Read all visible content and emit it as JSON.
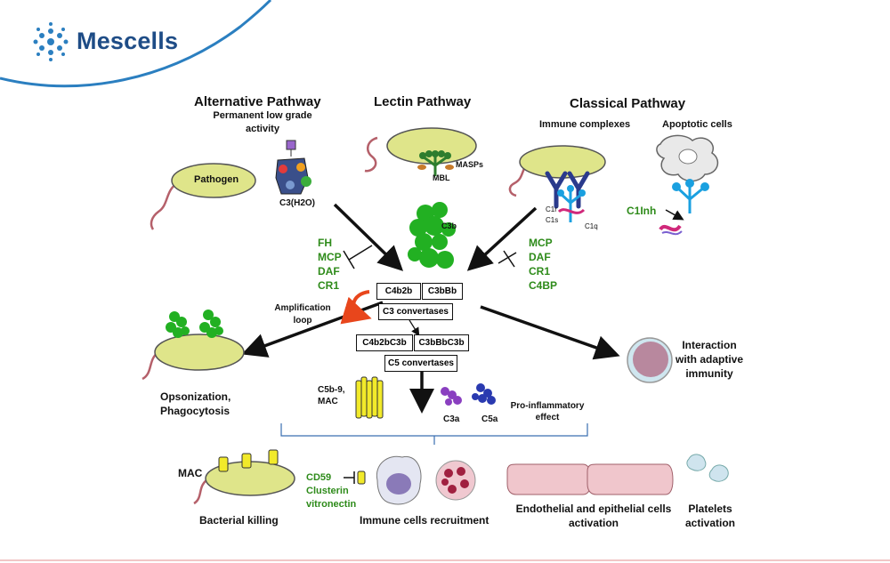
{
  "brand": {
    "name": "Mescells"
  },
  "pathways": {
    "alternative": {
      "title": "Alternative Pathway",
      "subtitle_line1": "Permanent low grade",
      "subtitle_line2": "activity",
      "pathogen": "Pathogen",
      "c3": "C3(H2O)"
    },
    "lectin": {
      "title": "Lectin Pathway",
      "masps": "MASPs",
      "mbl": "MBL"
    },
    "classical": {
      "title": "Classical Pathway",
      "immune_complexes": "Immune complexes",
      "apoptotic_cells": "Apoptotic cells",
      "c1r": "C1r",
      "c1s": "C1s",
      "c1q": "C1q",
      "c1inh": "C1Inh"
    }
  },
  "center": {
    "c3b": "C3b",
    "c4b2b": "C4b2b",
    "c3bbb": "C3bBb",
    "c3_convertases": "C3 convertases",
    "c4b2bc3b": "C4b2bC3b",
    "c3bbbc3b": "C3bBbC3b",
    "c5_convertases": "C5 convertases",
    "amplification_line1": "Amplification",
    "amplification_line2": "loop"
  },
  "regulators_left": [
    "FH",
    "MCP",
    "DAF",
    "CR1"
  ],
  "regulators_right": [
    "MCP",
    "DAF",
    "CR1",
    "C4BP"
  ],
  "outcomes": {
    "opsonization_line1": "Opsonization,",
    "opsonization_line2": "Phagocytosis",
    "adaptive_line1": "Interaction",
    "adaptive_line2": "with adaptive",
    "adaptive_line3": "immunity",
    "mac_line1": "C5b-9,",
    "mac_line2": "MAC",
    "c3a": "C3a",
    "c5a": "C5a",
    "proinflammatory_line1": "Pro-inflammatory",
    "proinflammatory_line2": "effect"
  },
  "bottom": {
    "mac": "MAC",
    "bacterial_killing": "Bacterial killing",
    "cd59": "CD59",
    "clusterin": "Clusterin",
    "vitronectin": "vitronectin",
    "immune_recruitment": "Immune cells recruitment",
    "endothelial_line1": "Endothelial and epithelial cells",
    "endothelial_line2": "activation",
    "platelets_line1": "Platelets",
    "platelets_line2": "activation"
  },
  "colors": {
    "brand": "#1e4c86",
    "swoosh": "#2b7fc0",
    "regulator": "#2e8b1a",
    "pathogen": "#dfe58a",
    "arrow_red": "#e8461c",
    "mac_yellow": "#f2ea2a",
    "green_protein": "#22b022"
  },
  "icons": [
    "mescells-logo-icon",
    "pathogen-icon",
    "c3h2o-protein-icon",
    "mbl-icon",
    "antibody-icon",
    "c1-complex-icon",
    "apoptotic-cell-icon",
    "c3b-protein-icon",
    "amplification-loop-icon",
    "macrophage-icon",
    "neutrophil-icon",
    "platelet-icon",
    "lymphocyte-icon",
    "mac-pore-icon",
    "c3a-icon",
    "c5a-icon",
    "endothelial-cell-icon"
  ]
}
